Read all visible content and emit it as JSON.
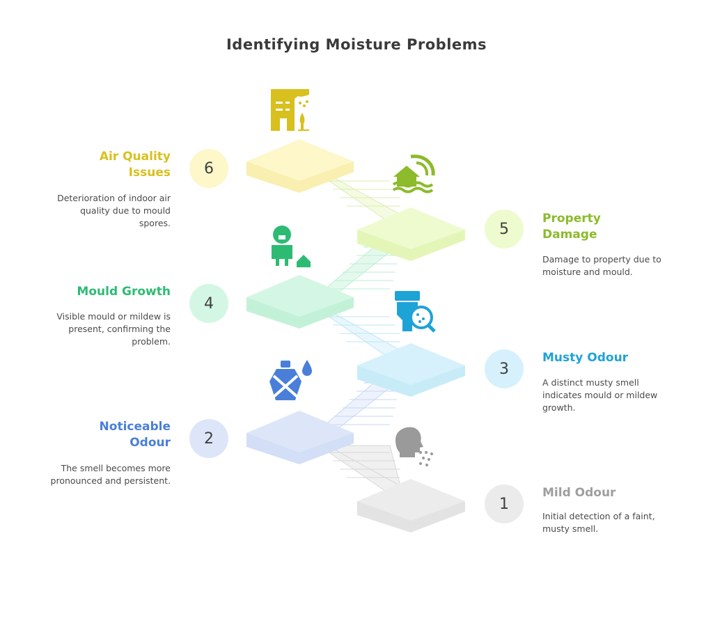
{
  "title": "Identifying Moisture Problems",
  "steps": [
    {
      "number": "1",
      "heading": "Mild Odour",
      "description": "Initial detection of a faint, musty smell.",
      "color": "#9e9e9e",
      "bg": "#ebebeb",
      "icon": "smelling-head-icon"
    },
    {
      "number": "2",
      "heading": "Noticeable\nOdour",
      "description": "The smell becomes more pronounced and persistent.",
      "color": "#4a7fd9",
      "bg": "#dde6f9",
      "icon": "spray-bottle-icon"
    },
    {
      "number": "3",
      "heading": "Musty Odour",
      "description": "A distinct musty smell indicates mould or mildew growth.",
      "color": "#1ea3d6",
      "bg": "#d6f1fb",
      "icon": "toilet-inspection-icon"
    },
    {
      "number": "4",
      "heading": "Mould Growth",
      "description": "Visible mould or mildew is present, confirming the problem.",
      "color": "#2dbb74",
      "bg": "#d3f7e4",
      "icon": "mould-creature-icon"
    },
    {
      "number": "5",
      "heading": "Property\nDamage",
      "description": "Damage to property due to moisture and mould.",
      "color": "#8cbb2b",
      "bg": "#eefbcf",
      "icon": "flooded-house-icon"
    },
    {
      "number": "6",
      "heading": "Air Quality\nIssues",
      "description": "Deterioration of indoor air quality due to mould spores.",
      "color": "#d8c01e",
      "bg": "#fdf7c9",
      "icon": "polluted-building-icon"
    }
  ]
}
